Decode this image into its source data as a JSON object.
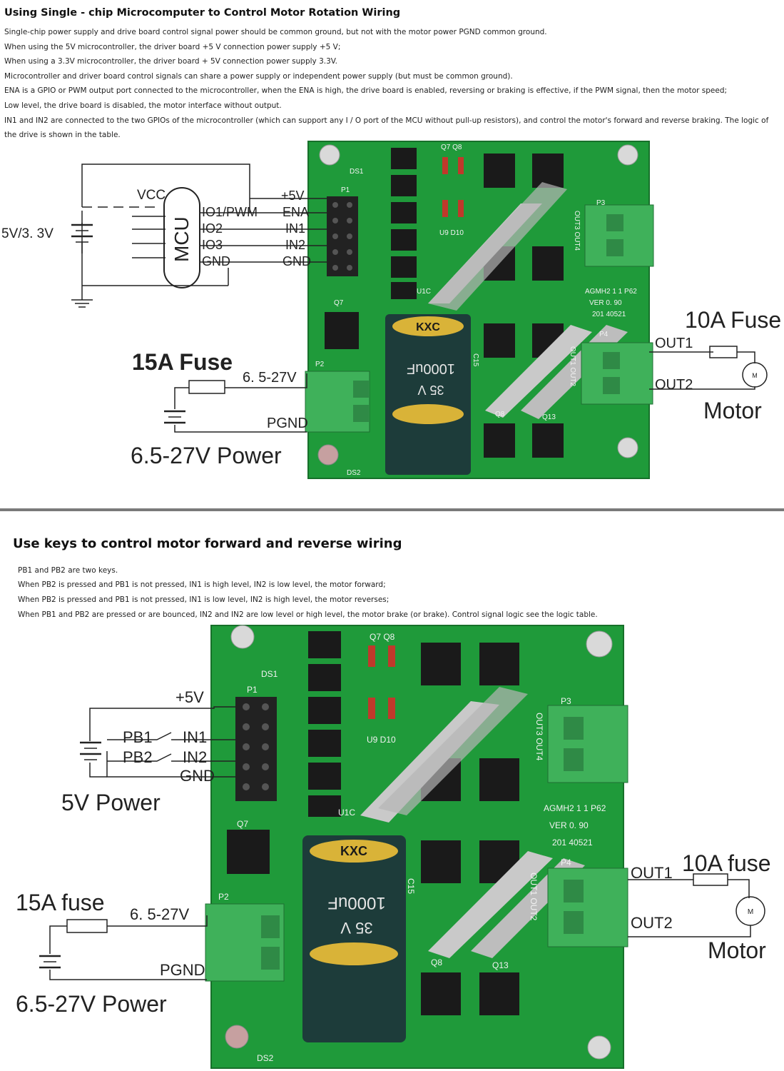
{
  "section1": {
    "title": "Using Single - chip Microcomputer to Control Motor Rotation Wiring",
    "lines": [
      "Single-chip power supply and drive board control signal power should be common ground, but not with the motor power PGND common ground.",
      "When using the 5V microcontroller, the driver board +5 V connection power supply +5 V;",
      "When using a 3.3V microcontroller, the driver board + 5V connection power supply 3.3V.",
      "Microcontroller and driver board control signals can share a power supply or independent power supply (but must be common ground).",
      "ENA is a GPIO or PWM output port connected to the microcontroller, when the ENA is high, the drive board is enabled, reversing or braking is effective, if the PWM signal, then the motor speed;",
      "Low level, the drive board is disabled, the motor interface without output.",
      "IN1 and IN2 are connected to the two GPIOs of the microcontroller (which can support any I / O port of the MCU without pull-up resistors), and control the motor's forward and reverse braking. The logic of",
      "the drive is shown in the table."
    ],
    "diagram": {
      "vcc": "VCC",
      "mcu": "MCU",
      "supply": "5V/3. 3V",
      "pins_left": [
        "IO1/PWM",
        "IO2",
        "IO3",
        "GND"
      ],
      "pins_right": [
        "+5V",
        "ENA",
        "IN1",
        "IN2",
        "GND"
      ],
      "fuse_in": "15A Fuse",
      "fuse_out": "10A Fuse",
      "v_range": "6. 5-27V",
      "pgnd": "PGND",
      "power": "6.5-27V Power",
      "out1": "OUT1",
      "out2": "OUT2",
      "motor": "Motor",
      "motor_symbol": "M",
      "board": {
        "p1": "P1",
        "p2": "P2",
        "p3": "P3",
        "p4": "P4",
        "q7": "Q7",
        "q7q8": "Q7 Q8",
        "u9u10": "U9 D10",
        "ds1": "DS1",
        "ds2": "DS2",
        "u1c": "U1C",
        "q8": "Q8",
        "q13": "Q13",
        "model": "AGMH2 1 1 P62",
        "ver": "VER 0. 90",
        "date": "201 40521",
        "cap_brand": "KXC",
        "cap_val": "1000uF",
        "cap_v": "35 V",
        "c15": "C15",
        "out3out4": "OUT3 OUT4",
        "out1out2": "OUT1 OUT2"
      }
    }
  },
  "section2": {
    "title": "Use keys to control motor forward and reverse wiring",
    "lines": [
      "PB1 and PB2 are two keys.",
      "When PB2 is pressed and PB1 is not pressed, IN1 is high level, IN2 is low level, the motor forward;",
      "When PB2 is pressed and PB1 is not pressed, IN1 is low level,  IN2 is high level, the motor reverses;",
      "When PB1 and PB2 are pressed or are bounced, IN2 and IN2 are low level or high level, the motor brake (or brake). Control signal logic see the logic table."
    ],
    "diagram": {
      "plus5v": "+5V",
      "pb1": "PB1",
      "pb2": "PB2",
      "in1": "IN1",
      "in2": "IN2",
      "gnd": "GND",
      "power5v": "5V Power",
      "fuse_in": "15A fuse",
      "fuse_out": "10A fuse",
      "v_range": "6. 5-27V",
      "pgnd": "PGND",
      "power": "6.5-27V Power",
      "out1": "OUT1",
      "out2": "OUT2",
      "motor": "Motor",
      "motor_symbol": "M",
      "board": {
        "p1": "P1",
        "p2": "P2",
        "p3": "P3",
        "p4": "P4",
        "q7": "Q7",
        "q7q8": "Q7 Q8",
        "u9u10": "U9 D10",
        "ds1": "DS1",
        "ds2": "DS2",
        "u1c": "U1C",
        "q8": "Q8",
        "q13": "Q13",
        "model": "AGMH2 1 1 P62",
        "ver": "VER 0. 90",
        "date": "201 40521",
        "cap_brand": "KXC",
        "cap_val": "1000uF",
        "cap_v": "35 V",
        "c15": "C15",
        "out3out4": "OUT3 OUT4",
        "out1out2": "OUT1 OUT2"
      }
    }
  },
  "colors": {
    "pcb": "#1f9a3a",
    "pcb_dark": "#17702a",
    "terminal": "#3fb15a",
    "cap": "#1d3c3a"
  }
}
